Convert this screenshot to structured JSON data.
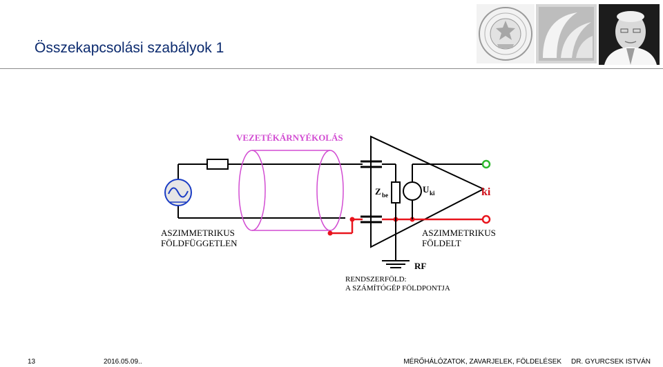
{
  "header": {
    "title": "Összekapcsolási szabályok 1"
  },
  "diagram": {
    "shield_label": "VEZETÉKÁRNYÉKOLÁS",
    "z_label": "Z",
    "z_sub": "be",
    "u_label": "U",
    "u_sub": "ki",
    "output_label": "ki",
    "left_label_line1": "ASZIMMETRIKUS",
    "left_label_line2": "FÖLDFÜGGETLEN",
    "right_label_line1": "ASZIMMETRIKUS",
    "right_label_line2": "FÖLDELT",
    "rf_label": "RF",
    "ground_label_line1": "RENDSZERFÖLD:",
    "ground_label_line2": "A SZÁMÍTÓGÉP FÖLDPONTJA",
    "colors": {
      "wire": "#000000",
      "ground_wire": "#e8141c",
      "shield": "#d24cd2",
      "terminal": "#2db82d",
      "output_label": "#d0101a",
      "source_fill": "#e6e6e6",
      "source_wave": "#1a3cc4"
    }
  },
  "footer": {
    "slide_number": "13",
    "date": "2016.05.09..",
    "text": "MÉRŐHÁLÓZATOK, ZAVARJELEK, FÖLDELÉSEK     DR. GYURCSEK ISTVÁN"
  }
}
